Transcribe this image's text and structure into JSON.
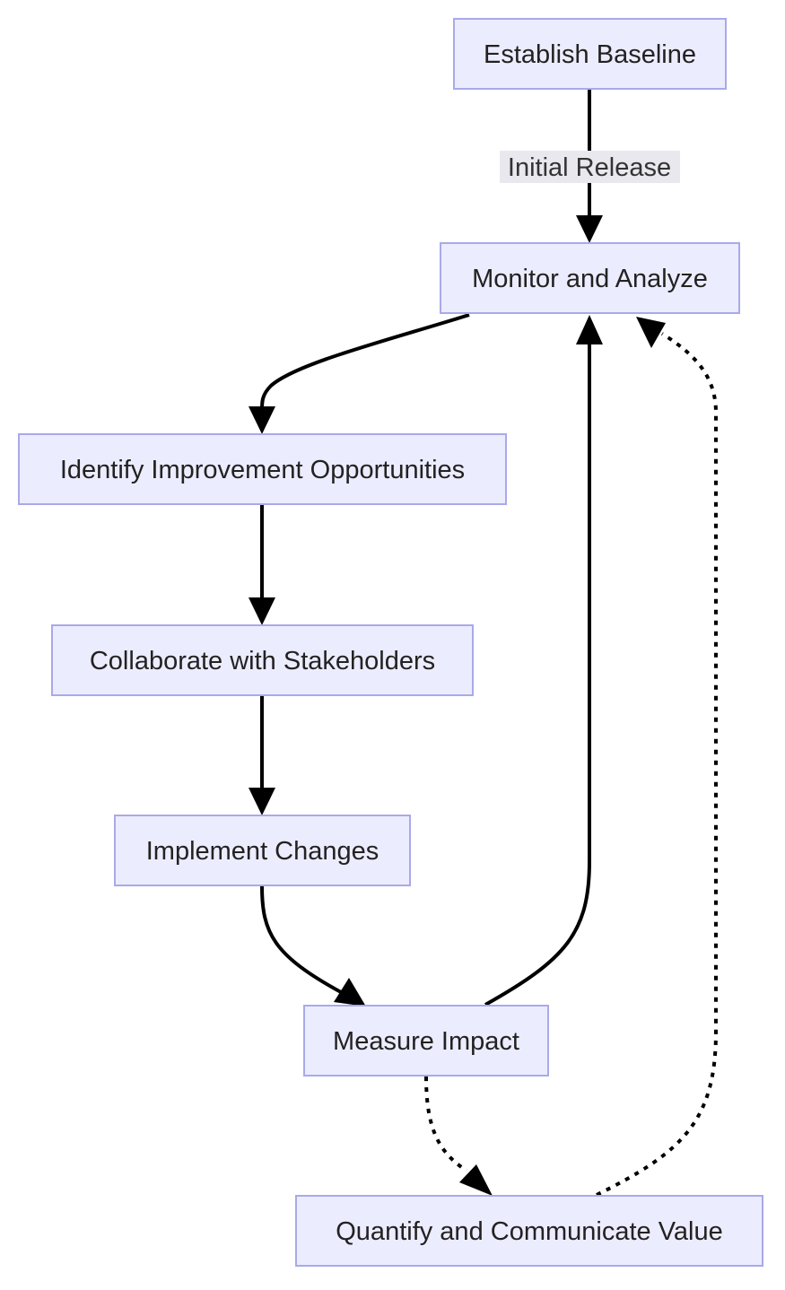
{
  "diagram": {
    "nodes": {
      "baseline": {
        "label": "Establish Baseline"
      },
      "monitor": {
        "label": "Monitor and Analyze"
      },
      "identify": {
        "label": "Identify Improvement Opportunities"
      },
      "collaborate": {
        "label": "Collaborate with Stakeholders"
      },
      "implement": {
        "label": "Implement Changes"
      },
      "measure": {
        "label": "Measure Impact"
      },
      "quantify": {
        "label": "Quantify and Communicate Value"
      }
    },
    "edges": [
      {
        "from": "Establish Baseline",
        "to": "Monitor and Analyze",
        "style": "solid",
        "label": "Initial Release"
      },
      {
        "from": "Monitor and Analyze",
        "to": "Identify Improvement Opportunities",
        "style": "solid"
      },
      {
        "from": "Identify Improvement Opportunities",
        "to": "Collaborate with Stakeholders",
        "style": "solid"
      },
      {
        "from": "Collaborate with Stakeholders",
        "to": "Implement Changes",
        "style": "solid"
      },
      {
        "from": "Implement Changes",
        "to": "Measure Impact",
        "style": "solid"
      },
      {
        "from": "Measure Impact",
        "to": "Monitor and Analyze",
        "style": "solid"
      },
      {
        "from": "Measure Impact",
        "to": "Quantify and Communicate Value",
        "style": "dotted"
      },
      {
        "from": "Quantify and Communicate Value",
        "to": "Monitor and Analyze",
        "style": "dotted"
      }
    ],
    "colors": {
      "node_fill": "#ECECFF",
      "node_stroke": "#A9A9EA",
      "edge": "#000000",
      "label_bg": "#E8E8EE"
    }
  }
}
